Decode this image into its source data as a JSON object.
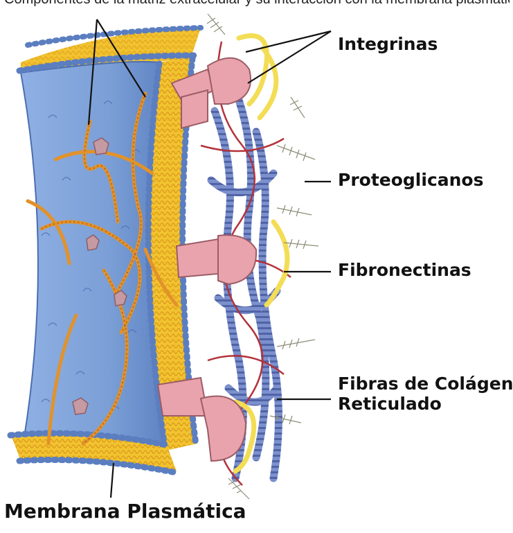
{
  "header_fragment": "Componentes de la matriz extracelular y su interacción con la membrana plasmática (integrinas, …",
  "labels": {
    "integrinas": "Integrinas",
    "proteoglicanos": "Proteoglicanos",
    "fibronectinas": "Fibronectinas",
    "colageno_line1": "Fibras de Colágeno",
    "colageno_line2": "Reticulado",
    "membrana": "Membrana Plasmática"
  },
  "colors": {
    "cytoplasm": "#7b9fd6",
    "lipid_tail": "#f2c230",
    "lipid_head": "#6b8fcf",
    "integrin": "#e9a3ad",
    "collagen": "#6e84c4",
    "fibronectin": "#f3dd55",
    "filament": "#e2922a",
    "proteoglycan": "#8d8d78",
    "reticular": "#b3323a"
  }
}
